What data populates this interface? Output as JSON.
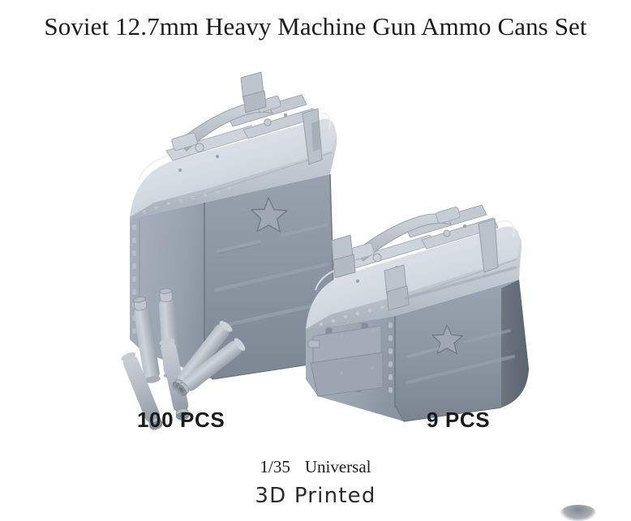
{
  "page": {
    "title": "Soviet 12.7mm Heavy Machine Gun Ammo Cans Set",
    "background_color": "#ffffff"
  },
  "labels": {
    "shell_quantity": "100 PCS",
    "can_quantity": "9 PCS"
  },
  "footer": {
    "scale": "1/35",
    "fit": "Universal",
    "production_method": "3D Printed"
  },
  "colors": {
    "title_text": "#1c1c1c",
    "label_text": "#1a1a1a",
    "footer_text": "#1c1c1c",
    "model_lid_light": "#d9dee4",
    "model_lid_mid": "#c3cad2",
    "model_body_face": "#8b95a3",
    "model_body_shadow": "#5d6671",
    "model_end_panel": "#9aa4b0",
    "model_outline": "#6a727c",
    "shell_light": "#c9ced5",
    "shell_mid": "#a8b0ba",
    "shell_dark": "#858d98"
  },
  "models": [
    {
      "name": "ammo-can-large",
      "description": "Soviet 12.7mm heavy machine gun ammo can, rounded lid with folding carry handle, twin latch rails, embossed five-pointed star on body side, horizontal stiffening ribs, riveted end seams",
      "emblem": "five-pointed star",
      "quantity_label": "9 PCS"
    },
    {
      "name": "ammo-can-second",
      "description": "Second ammo can shown from opposite three-quarter angle, end panel with vertical hinge strips and latch plate visible, embossed five-pointed star on body side",
      "emblem": "five-pointed star",
      "quantity_label": "9 PCS"
    },
    {
      "name": "cartridge-casings",
      "description": "Pile of six 12.7mm cartridge casings, tapered bodies with necked mouths, scattered arrangement",
      "visible_count": 6,
      "quantity_label": "100 PCS"
    }
  ]
}
